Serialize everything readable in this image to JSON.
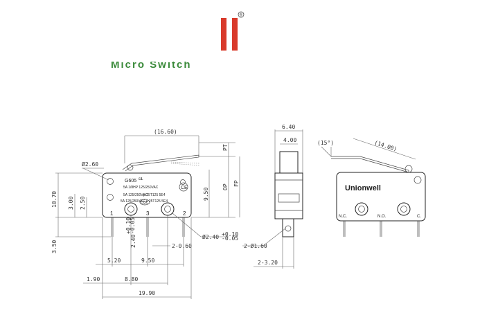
{
  "brand": {
    "logo_color": "#d93a2b",
    "registered_mark": "®",
    "subtitle": "Micro Switch",
    "subtitle_color": "#3a8a3a"
  },
  "front_view": {
    "model": "G605",
    "rating_line1": "5A 1/8HP 125/250VAC",
    "rating_line2": "5A 125/250VAC",
    "rating_line3": "μ 25T125 5E4",
    "cqc_mark": "CQC",
    "terminal_labels": [
      "1",
      "3",
      "2"
    ],
    "dims": {
      "overall_lever": "(16.60)",
      "hole_dia": "Ø2.60",
      "height": "10.70",
      "h1": "3.00",
      "h2": "2.50",
      "h3": "9.50",
      "terminal_len": "3.50",
      "pt": "PT",
      "op": "OP",
      "fp": "FP",
      "term_width": "2.40",
      "term_width_tol_up": "+0.10",
      "term_width_tol_dn": "-0.05",
      "term_thk": "2-0.60",
      "hole_dia2": "Ø2.40",
      "hole_dia2_tol_up": "+0.10",
      "hole_dia2_tol_dn": "-0.05",
      "x1": "5.20",
      "x2": "9.50",
      "x3": "1.90",
      "x4": "8.80",
      "overall_len": "19.90"
    }
  },
  "side_view": {
    "dims": {
      "width": "6.40",
      "plunger": "4.00",
      "term_hole": "2-Ø1.60",
      "term_thk": "2-3.20"
    }
  },
  "back_view": {
    "brand_text": "Unionwell",
    "angle": "(15°)",
    "lever_len": "(14.00)",
    "terminal_labels": [
      "N.C.",
      "N.O.",
      "C."
    ]
  }
}
